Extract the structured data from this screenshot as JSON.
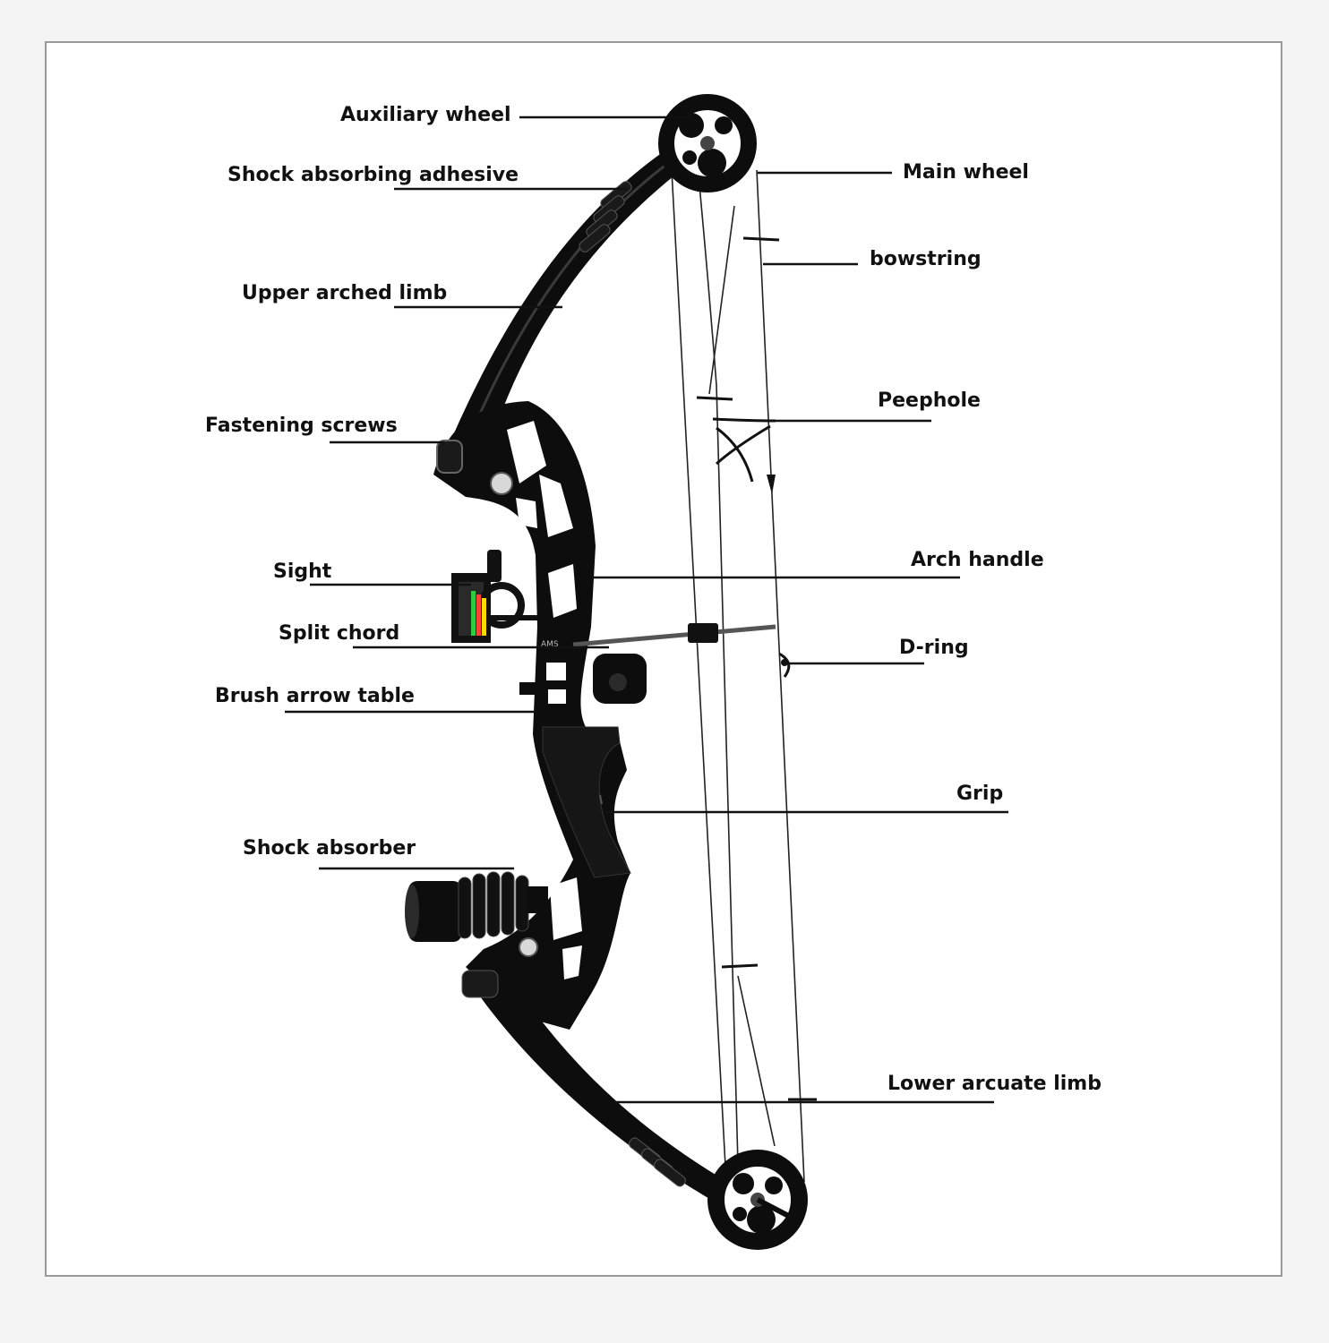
{
  "colors": {
    "background": "#f4f4f4",
    "panel": "#ffffff",
    "border": "#9a9a9a",
    "bow_body": "#0d0d0d",
    "label_text": "#111111",
    "sight_pins": [
      "#2ecc40",
      "#ff4136",
      "#ffdc00"
    ]
  },
  "labels": {
    "auxiliary_wheel": "Auxiliary wheel",
    "shock_absorbing_adhesive": "Shock absorbing adhesive",
    "upper_arched_limb": "Upper arched limb",
    "fastening_screws": "Fastening screws",
    "sight": "Sight",
    "split_chord": "Split chord",
    "brush_arrow_table": "Brush arrow table",
    "shock_absorber": "Shock absorber",
    "main_wheel": "Main wheel",
    "bowstring": "bowstring",
    "peephole": "Peephole",
    "arch_handle": "Arch handle",
    "d_ring": "D-ring",
    "grip": "Grip",
    "lower_arcuate_limb": "Lower arcuate limb"
  },
  "icons": {
    "bow": "compound-bow-illustration"
  }
}
